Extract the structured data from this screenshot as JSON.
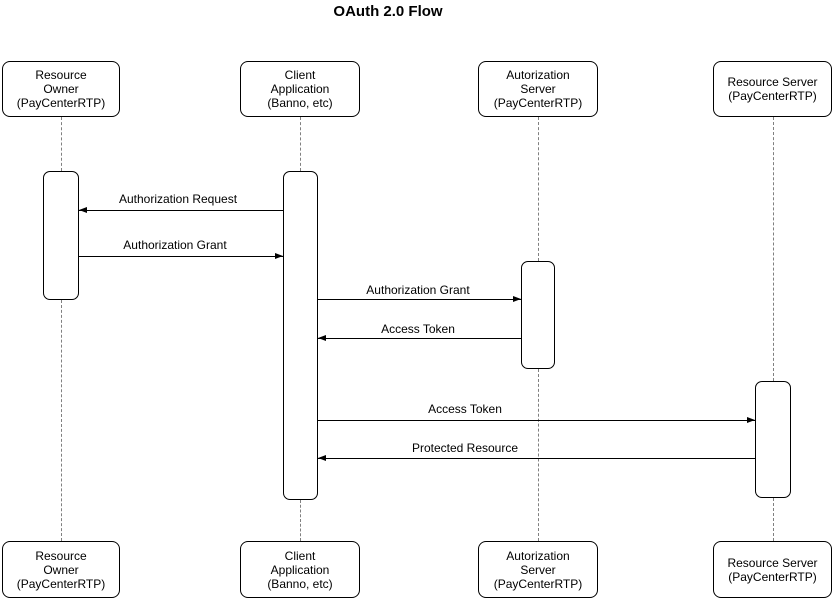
{
  "title": "OAuth 2.0 Flow",
  "diagram_type": "uml-sequence-diagram",
  "participants": [
    {
      "id": "resource-owner",
      "label": "Resource\nOwner\n(PayCenterRTP)"
    },
    {
      "id": "client-application",
      "label": "Client\nApplication\n(Banno, etc)"
    },
    {
      "id": "autorization-server",
      "label": "Autorization\nServer\n(PayCenterRTP)"
    },
    {
      "id": "resource-server",
      "label": "Resource Server\n(PayCenterRTP)"
    }
  ],
  "messages": [
    {
      "label": "Authorization Request",
      "from": "client-application",
      "to": "resource-owner",
      "direction": "left"
    },
    {
      "label": "Authorization Grant",
      "from": "resource-owner",
      "to": "client-application",
      "direction": "right"
    },
    {
      "label": "Authorization Grant",
      "from": "client-application",
      "to": "autorization-server",
      "direction": "right"
    },
    {
      "label": "Access Token",
      "from": "autorization-server",
      "to": "client-application",
      "direction": "left"
    },
    {
      "label": "Access Token",
      "from": "client-application",
      "to": "resource-server",
      "direction": "right"
    },
    {
      "label": "Protected Resource",
      "from": "resource-server",
      "to": "client-application",
      "direction": "left"
    }
  ],
  "colors": {
    "line": "#000000",
    "lifeline": "#808080",
    "background": "#ffffff"
  }
}
